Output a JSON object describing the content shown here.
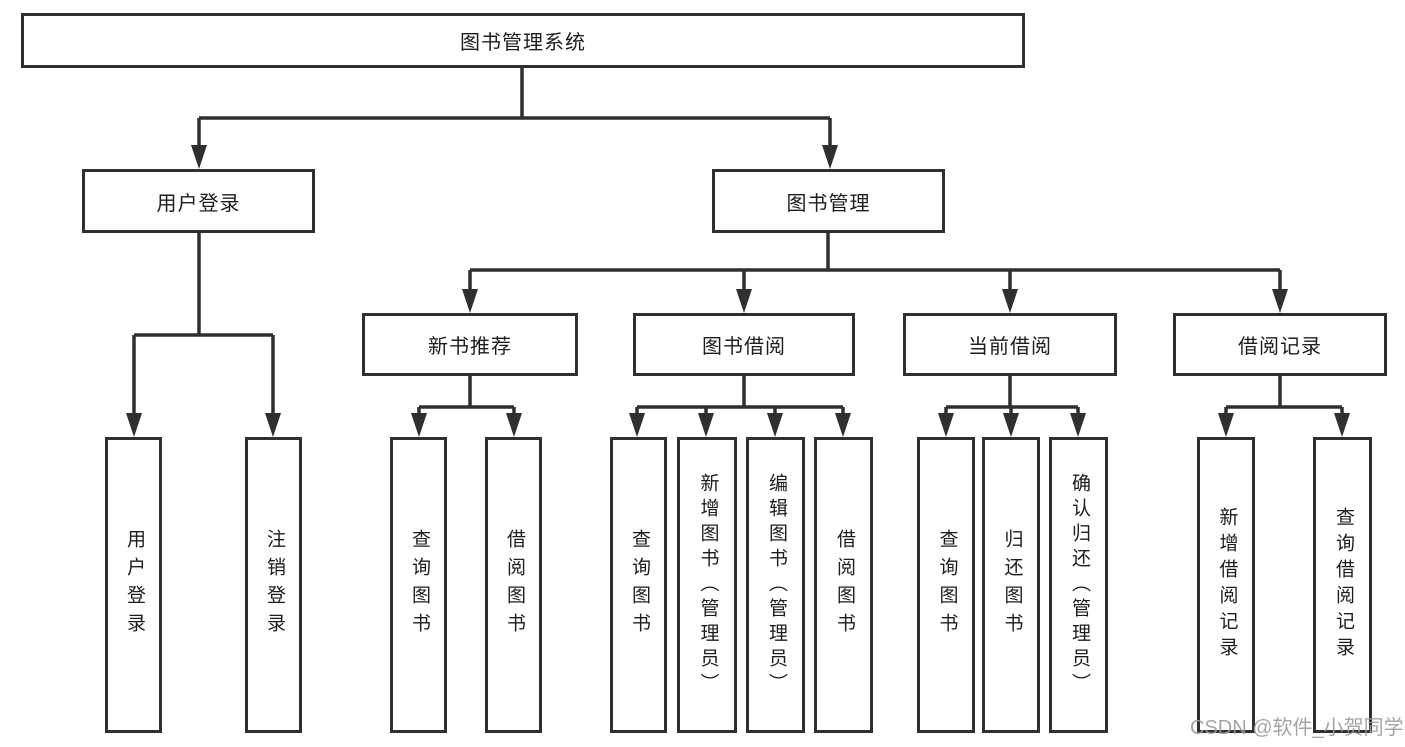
{
  "colors": {
    "background": "#ffffff",
    "line": "#2f2f2f",
    "text": "#1d1d1d",
    "watermark": "#9b9b9b"
  },
  "watermark": {
    "text": "CSDN @软件_小贺同学"
  },
  "tree": {
    "root": {
      "label": "图书管理系统",
      "children": [
        {
          "label": "用户登录",
          "children": [
            {
              "label": "用户登录"
            },
            {
              "label": "注销登录"
            }
          ]
        },
        {
          "label": "图书管理",
          "children": [
            {
              "label": "新书推荐",
              "children": [
                {
                  "label": "查询图书"
                },
                {
                  "label": "借阅图书"
                }
              ]
            },
            {
              "label": "图书借阅",
              "children": [
                {
                  "label": "查询图书"
                },
                {
                  "label": "新增图书（管理员）"
                },
                {
                  "label": "编辑图书（管理员）"
                },
                {
                  "label": "借阅图书"
                }
              ]
            },
            {
              "label": "当前借阅",
              "children": [
                {
                  "label": "查询图书"
                },
                {
                  "label": "归还图书"
                },
                {
                  "label": "确认归还（管理员）"
                }
              ]
            },
            {
              "label": "借阅记录",
              "children": [
                {
                  "label": "新增借阅记录"
                },
                {
                  "label": "查询借阅记录"
                }
              ]
            }
          ]
        }
      ]
    }
  }
}
